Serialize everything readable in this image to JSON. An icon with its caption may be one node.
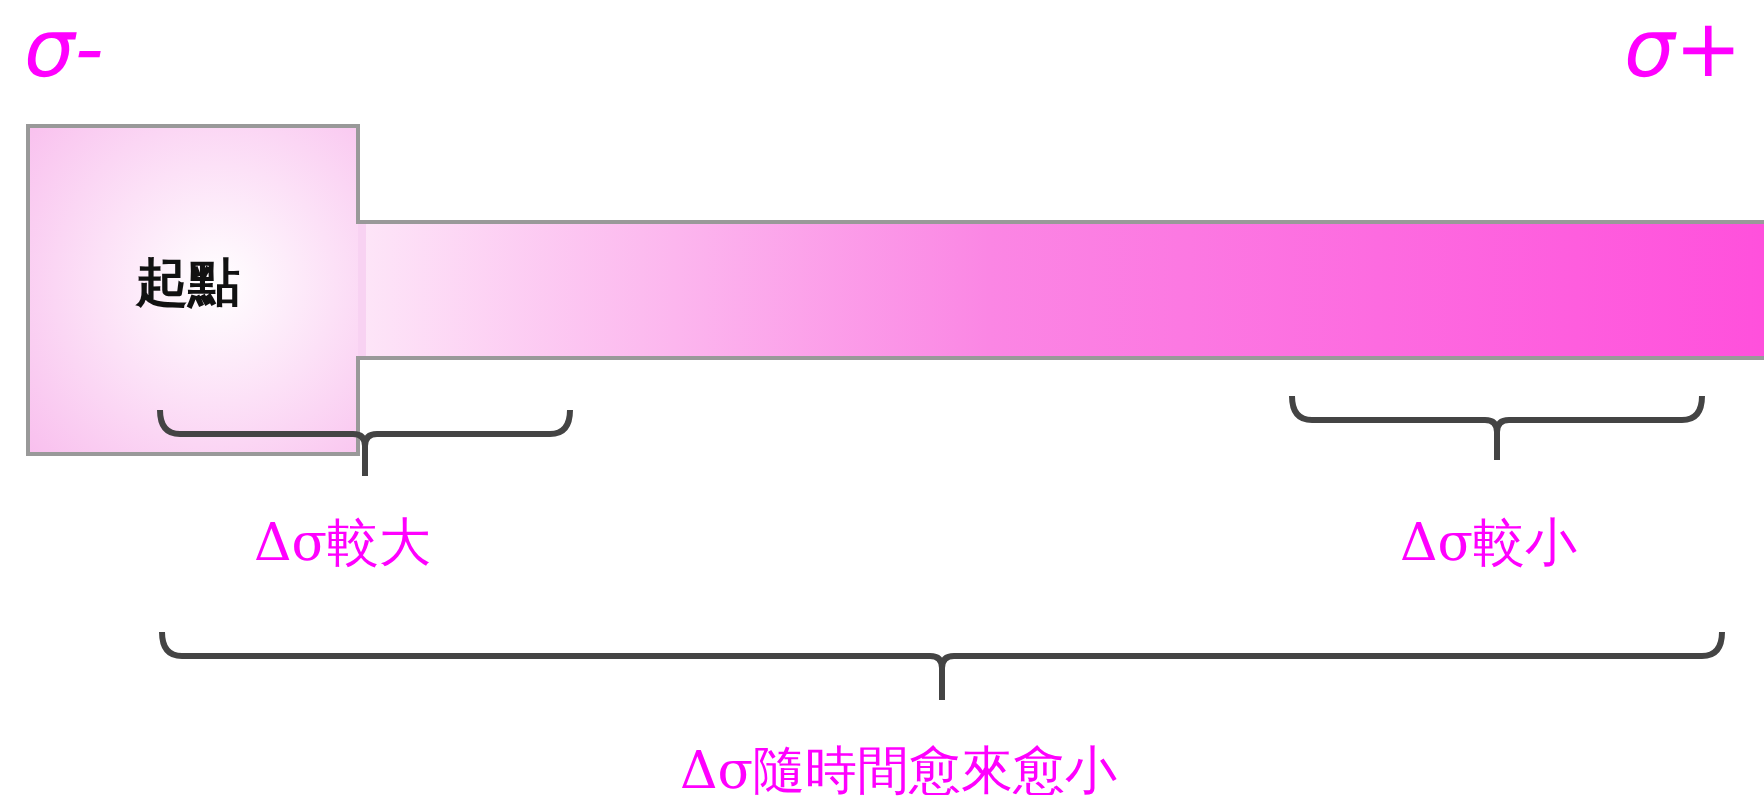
{
  "diagram": {
    "nodes": [
      {
        "text": [
          "起點"
        ]
      }
    ],
    "labels": [
      "σ-",
      "σ+",
      "Δσ較大",
      "Δσ較小",
      "Δσ隨時間愈來愈小"
    ]
  }
}
